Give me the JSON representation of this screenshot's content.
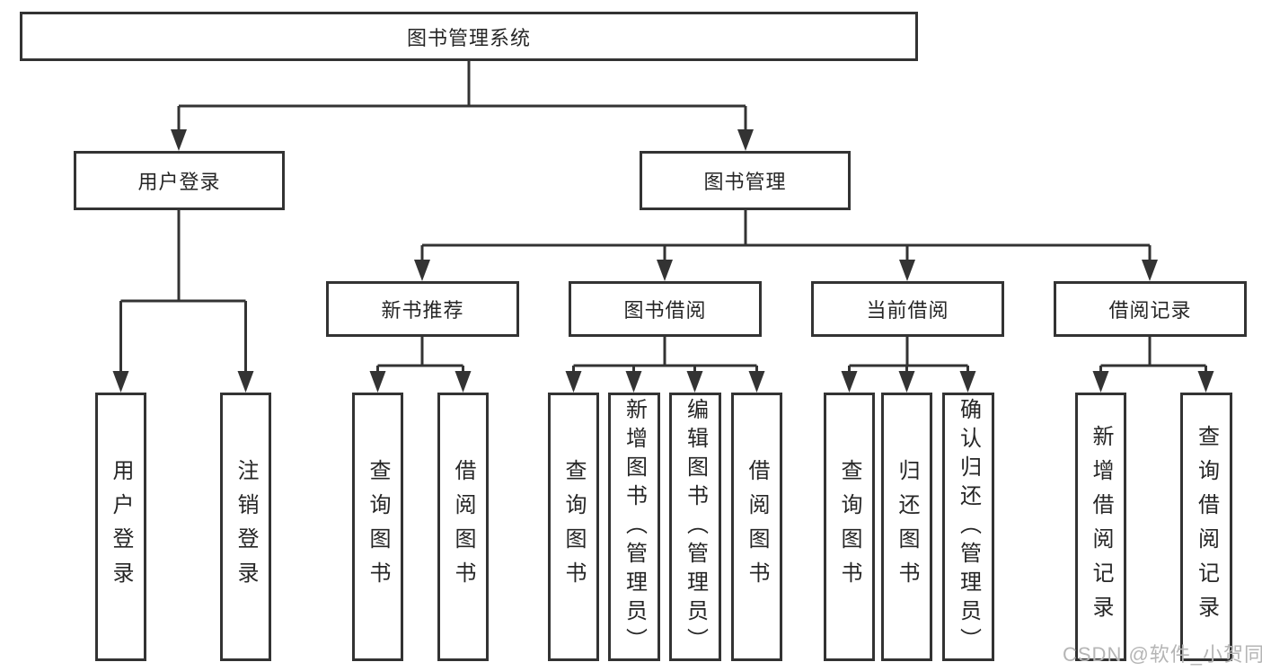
{
  "colors": {
    "line": "#333333",
    "text": "#262626",
    "watermark": "#b5b5b5",
    "background": "#ffffff"
  },
  "tree": {
    "root": "图书管理系统",
    "user": {
      "label": "用户登录",
      "children": [
        "用户登录",
        "注销登录"
      ]
    },
    "book": {
      "label": "图书管理",
      "groups": [
        {
          "label": "新书推荐",
          "children": [
            "查询图书",
            "借阅图书"
          ]
        },
        {
          "label": "图书借阅",
          "children": [
            "查询图书",
            "新增图书（管理员）",
            "编辑图书（管理员）",
            "借阅图书"
          ]
        },
        {
          "label": "当前借阅",
          "children": [
            "查询图书",
            "归还图书",
            "确认归还（管理员）"
          ]
        },
        {
          "label": "借阅记录",
          "children": [
            "新增借阅记录",
            "查询借阅记录"
          ]
        }
      ]
    }
  },
  "watermark": {
    "text": "CSDN @软件_小贺同学"
  }
}
